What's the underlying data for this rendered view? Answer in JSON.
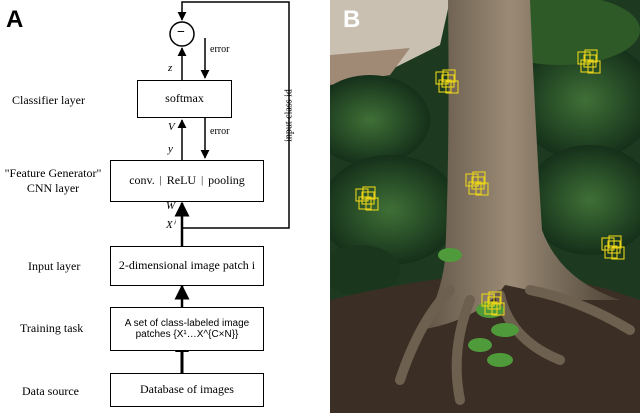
{
  "panel_a": {
    "letter": "A",
    "minus_symbol": "−",
    "boxes": {
      "softmax": "softmax",
      "cnn_conv": "conv.",
      "cnn_relu": "ReLU",
      "cnn_pool": "pooling",
      "input": "2-dimensional image patch i",
      "training_line1": "A set of class-labeled image",
      "training_line2": "patches {X¹…X^{C×N}}",
      "database": "Database of images"
    },
    "layer_labels": {
      "classifier": "Classifier layer",
      "feature_line1": "\"Feature Generator\"",
      "feature_line2": "CNN layer",
      "input": "Input layer",
      "training": "Training task",
      "data_source": "Data source"
    },
    "signal_labels": {
      "z": "z⃗",
      "v": "V",
      "y": "y⃗",
      "w": "W",
      "x": "Xⁱ",
      "error_top": "error",
      "error_mid": "error",
      "input_class_id": "input class id"
    }
  },
  "panel_b": {
    "letter": "B"
  },
  "colors": {
    "line": "#000000",
    "marker": "#e8d31a",
    "foliage_dark": "#14301a",
    "foliage_mid": "#2f5b2a",
    "bark": "#8a7a66",
    "soil": "#3d3026"
  }
}
